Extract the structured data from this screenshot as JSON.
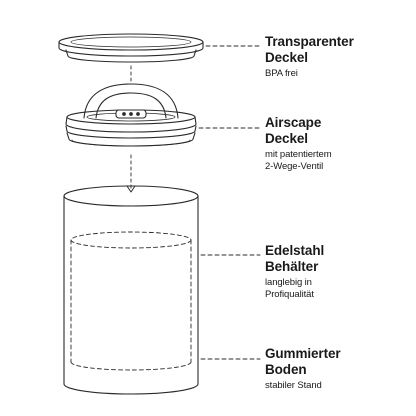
{
  "colors": {
    "line": "#2b2b2b",
    "text": "#1a1a1a",
    "background": "#ffffff"
  },
  "labels": [
    {
      "title_line1": "Transparenter",
      "title_line2": "Deckel",
      "desc_line1": "BPA frei",
      "desc_line2": ""
    },
    {
      "title_line1": "Airscape",
      "title_line2": "Deckel",
      "desc_line1": "mit patentiertem",
      "desc_line2": "2-Wege-Ventil"
    },
    {
      "title_line1": "Edelstahl",
      "title_line2": "Behälter",
      "desc_line1": "langlebig in",
      "desc_line2": "Profiqualität"
    },
    {
      "title_line1": "Gummierter",
      "title_line2": "Boden",
      "desc_line1": "stabiler Stand",
      "desc_line2": ""
    }
  ]
}
